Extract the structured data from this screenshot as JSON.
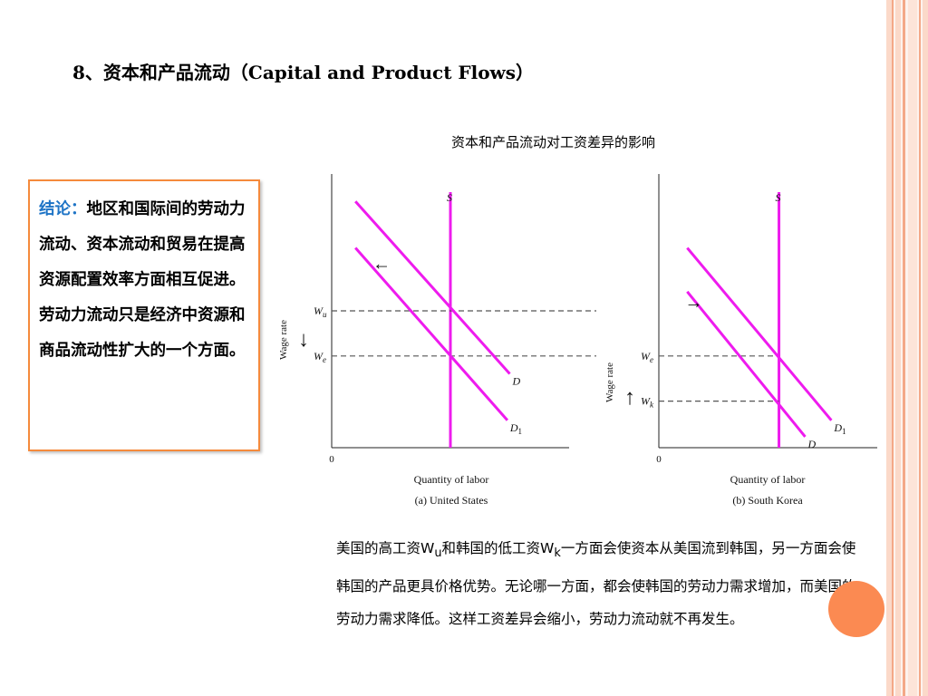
{
  "slide": {
    "title": "8、资本和产品流动（Capital and Product Flows）",
    "chart_title": "资本和产品流动对工资差异的影响",
    "conclusion": {
      "label": "结论：",
      "text": "地区和国际间的劳动力流动、资本流动和贸易在提高资源配置效率方面相互促进。劳动力流动只是经济中资源和商品流动性扩大的一个方面。"
    },
    "explanation": {
      "part1": "美国的高工资W",
      "sub1": "u",
      "part2": "和韩国的低工资W",
      "sub2": "k",
      "part3": "一方面会使资本从美国流到韩国，另一方面会使韩国的产品更具价格优势。无论哪一方面，都会使韩国的劳动力需求增加，而美国的劳动力需求降低。这样工资差异会缩小，劳动力流动就不再发生。"
    }
  },
  "colors": {
    "curve": "#ee1bee",
    "dashed": "#555555",
    "accent_orange": "#f58a3c",
    "label_blue": "#1e74c6"
  },
  "chart_data": [
    {
      "type": "line",
      "caption": "(a) United States",
      "xlabel": "Quantity of labor",
      "ylabel": "Wage rate",
      "origin_label": "0",
      "supply": {
        "name": "S",
        "x": 0.5
      },
      "demand_curves": [
        {
          "name": "D",
          "start": [
            0.1,
            0.9
          ],
          "end": [
            0.75,
            0.27
          ]
        },
        {
          "name": "D",
          "sub": "1",
          "start": [
            0.1,
            0.73
          ],
          "end": [
            0.74,
            0.1
          ]
        }
      ],
      "wage_lines": [
        {
          "name": "W",
          "sub": "u",
          "y": 0.5
        },
        {
          "name": "W",
          "sub": "e",
          "y": 0.335
        }
      ],
      "shift_arrow": "left",
      "wage_arrow": "down",
      "arrow_glyph_left": "←",
      "arrow_glyph_down": "↓"
    },
    {
      "type": "line",
      "caption": "(b) South Korea",
      "xlabel": "Quantity of labor",
      "ylabel": "Wage rate",
      "origin_label": "0",
      "supply": {
        "name": "S",
        "x": 0.55
      },
      "demand_curves": [
        {
          "name": "D",
          "sub": "1",
          "start": [
            0.13,
            0.73
          ],
          "end": [
            0.79,
            0.1
          ]
        },
        {
          "name": "D",
          "start": [
            0.13,
            0.57
          ],
          "end": [
            0.67,
            0.04
          ]
        }
      ],
      "wage_lines": [
        {
          "name": "W",
          "sub": "e",
          "y": 0.335
        },
        {
          "name": "W",
          "sub": "k",
          "y": 0.17
        }
      ],
      "shift_arrow": "right",
      "wage_arrow": "up",
      "arrow_glyph_right": "→",
      "arrow_glyph_up": "↑"
    }
  ]
}
